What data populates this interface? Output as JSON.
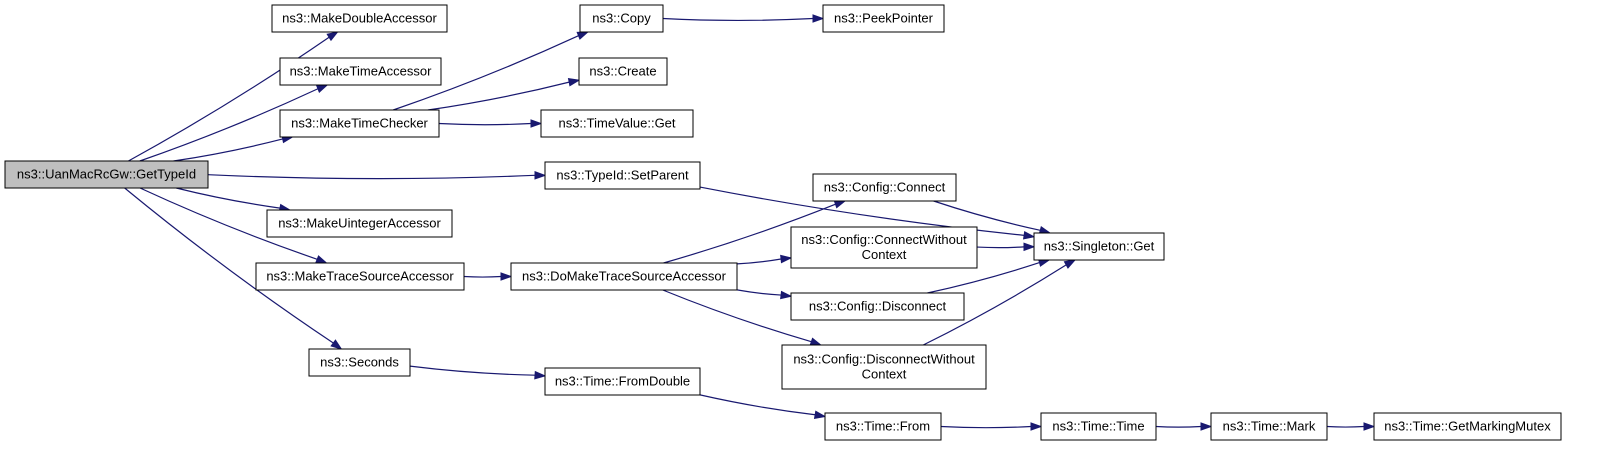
{
  "graph": {
    "nodes": {
      "root": [
        "ns3::UanMacRcGw::GetTypeId"
      ],
      "make_double_accessor": [
        "ns3::MakeDoubleAccessor"
      ],
      "make_time_accessor": [
        "ns3::MakeTimeAccessor"
      ],
      "make_time_checker": [
        "ns3::MakeTimeChecker"
      ],
      "copy": [
        "ns3::Copy"
      ],
      "peek_pointer": [
        "ns3::PeekPointer"
      ],
      "create": [
        "ns3::Create"
      ],
      "time_value_get": [
        "ns3::TimeValue::Get"
      ],
      "typeid_set_parent": [
        "ns3::TypeId::SetParent"
      ],
      "make_uinteger_accessor": [
        "ns3::MakeUintegerAccessor"
      ],
      "make_trace_source_accessor": [
        "ns3::MakeTraceSourceAccessor"
      ],
      "do_make_trace_source_accessor": [
        "ns3::DoMakeTraceSourceAccessor"
      ],
      "config_connect": [
        "ns3::Config::Connect"
      ],
      "config_connect_without_context": [
        "ns3::Config::ConnectWithout",
        "Context"
      ],
      "config_disconnect": [
        "ns3::Config::Disconnect"
      ],
      "config_disconnect_without_context": [
        "ns3::Config::DisconnectWithout",
        "Context"
      ],
      "singleton_get": [
        "ns3::Singleton::Get"
      ],
      "seconds": [
        "ns3::Seconds"
      ],
      "time_from_double": [
        "ns3::Time::FromDouble"
      ],
      "time_from": [
        "ns3::Time::From"
      ],
      "time_time": [
        "ns3::Time::Time"
      ],
      "time_mark": [
        "ns3::Time::Mark"
      ],
      "time_get_marking_mutex": [
        "ns3::Time::GetMarkingMutex"
      ]
    },
    "edges": [
      [
        "root",
        "make_double_accessor"
      ],
      [
        "root",
        "make_time_accessor"
      ],
      [
        "root",
        "make_time_checker"
      ],
      [
        "root",
        "typeid_set_parent"
      ],
      [
        "root",
        "make_uinteger_accessor"
      ],
      [
        "root",
        "make_trace_source_accessor"
      ],
      [
        "root",
        "seconds"
      ],
      [
        "make_time_checker",
        "copy"
      ],
      [
        "make_time_checker",
        "create"
      ],
      [
        "make_time_checker",
        "time_value_get"
      ],
      [
        "copy",
        "peek_pointer"
      ],
      [
        "typeid_set_parent",
        "singleton_get"
      ],
      [
        "make_trace_source_accessor",
        "do_make_trace_source_accessor"
      ],
      [
        "do_make_trace_source_accessor",
        "config_connect"
      ],
      [
        "do_make_trace_source_accessor",
        "config_connect_without_context"
      ],
      [
        "do_make_trace_source_accessor",
        "config_disconnect"
      ],
      [
        "do_make_trace_source_accessor",
        "config_disconnect_without_context"
      ],
      [
        "config_connect",
        "singleton_get"
      ],
      [
        "config_connect_without_context",
        "singleton_get"
      ],
      [
        "config_disconnect",
        "singleton_get"
      ],
      [
        "config_disconnect_without_context",
        "singleton_get"
      ],
      [
        "seconds",
        "time_from_double"
      ],
      [
        "time_from_double",
        "time_from"
      ],
      [
        "time_from",
        "time_time"
      ],
      [
        "time_time",
        "time_mark"
      ],
      [
        "time_mark",
        "time_get_marking_mutex"
      ]
    ]
  }
}
